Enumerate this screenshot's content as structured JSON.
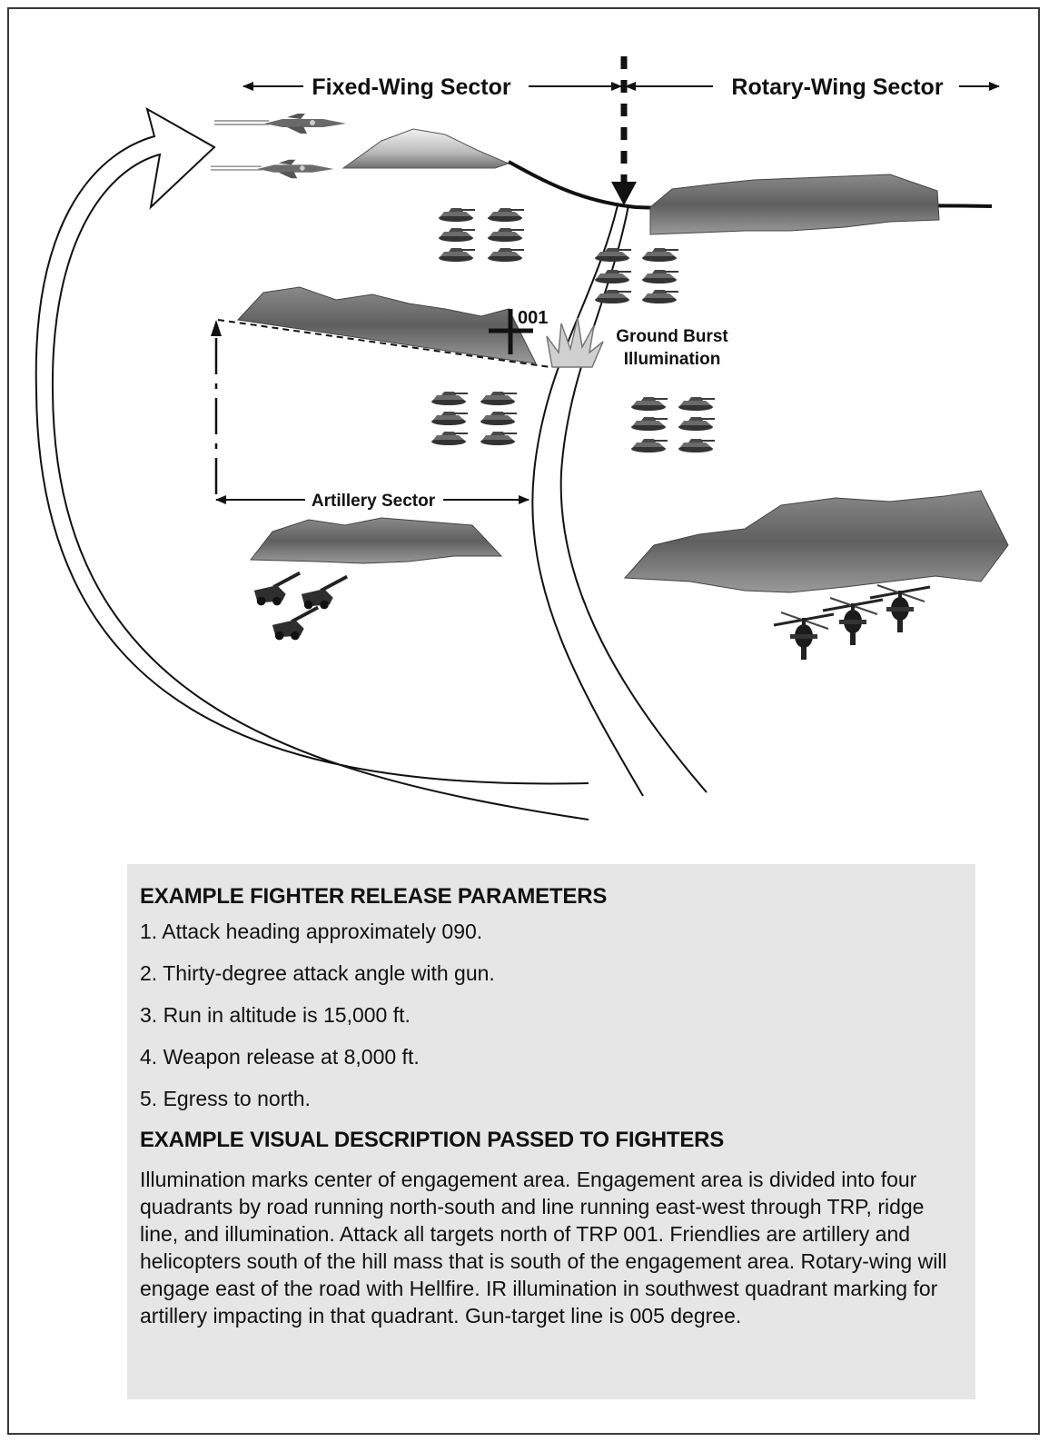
{
  "diagram": {
    "sectors": {
      "fixed_wing": "Fixed-Wing Sector",
      "rotary_wing": "Rotary-Wing Sector",
      "artillery": "Artillery Sector"
    },
    "trp_label": "001",
    "illumination_label_line1": "Ground Burst",
    "illumination_label_line2": "Illumination"
  },
  "parameters": {
    "heading": "EXAMPLE FIGHTER RELEASE PARAMETERS",
    "items": [
      "1.  Attack heading approximately 090.",
      "2. Thirty-degree attack angle with gun.",
      "3. Run in altitude is 15,000 ft.",
      "4. Weapon release at 8,000 ft.",
      "5. Egress to north."
    ]
  },
  "description": {
    "heading": "EXAMPLE VISUAL DESCRIPTION PASSED TO FIGHTERS",
    "text": "Illumination marks center of engagement area. Engagement area is divided into four quadrants by road running north-south and line running east-west through TRP, ridge line, and illumination. Attack all targets north of TRP 001. Friendlies are artillery and helicopters south of the hill mass that is south of the engagement area. Rotary-wing will engage east of the road with Hellfire. IR illumination in southwest quadrant marking for artillery impacting in that quadrant. Gun-target line is 005 degree."
  }
}
